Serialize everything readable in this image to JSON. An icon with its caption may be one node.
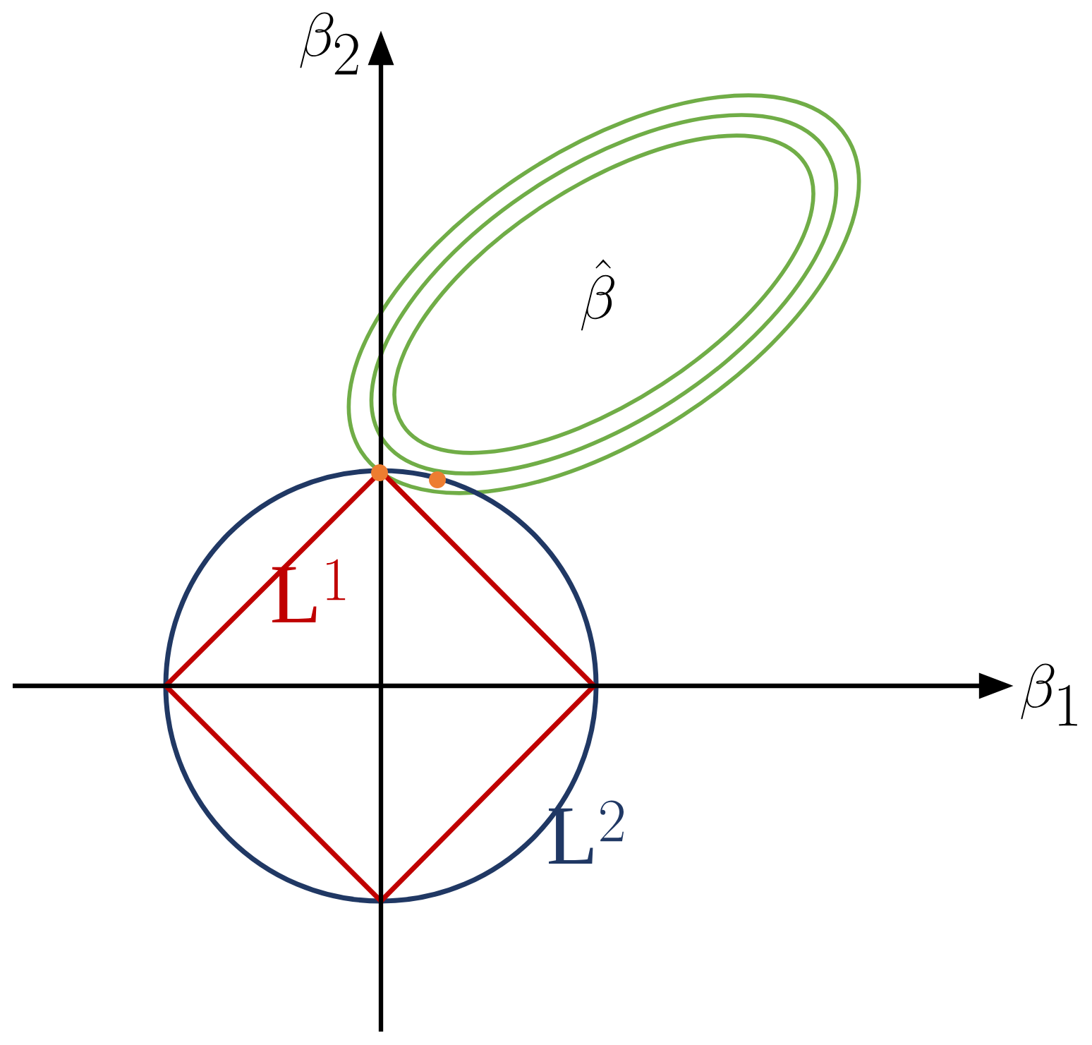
{
  "diagram": {
    "labels": [
      "\\beta_2",
      "\\hat{\\beta}",
      "\\mathrm{L}^1",
      "\\beta_1",
      "\\mathrm{L}^2"
    ]
  }
}
